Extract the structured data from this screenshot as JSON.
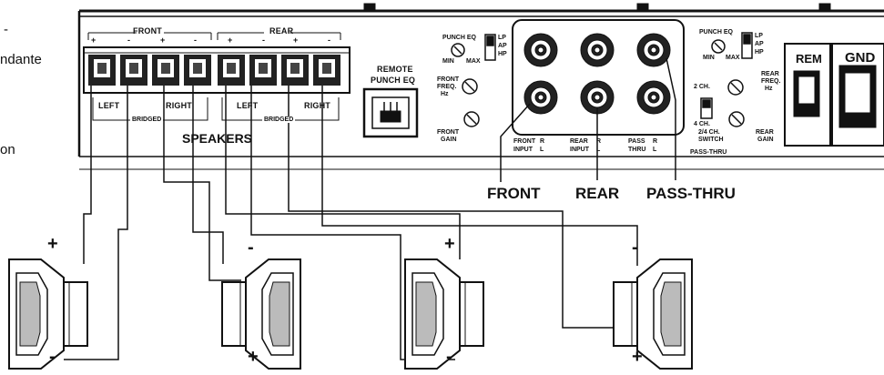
{
  "side_text": [
    "-",
    "ndante",
    "on"
  ],
  "speaker_block": {
    "front_label": "FRONT",
    "rear_label": "REAR",
    "plus": "+",
    "minus": "-",
    "left_label": "LEFT",
    "right_label": "RIGHT",
    "bridged_label": "BRIDGED",
    "speakers_label": "SPEAKERS"
  },
  "remote_label_line1": "REMOTE",
  "remote_label_line2": "PUNCH EQ",
  "left_controls": {
    "punch_eq": "PUNCH EQ",
    "min": "MIN",
    "max": "MAX",
    "lp": "LP",
    "ap": "AP",
    "hp": "HP",
    "front_freq_1": "FRONT",
    "front_freq_2": "FREQ.",
    "front_freq_3": "Hz",
    "front_gain_1": "FRONT",
    "front_gain_2": "GAIN"
  },
  "rca": {
    "front_input_1": "FRONT",
    "front_input_2": "INPUT",
    "rear_input_1": "REAR",
    "rear_input_2": "INPUT",
    "pass_thru_1": "PASS",
    "pass_thru_2": "THRU",
    "r": "R",
    "l": "L"
  },
  "right_controls": {
    "punch_eq": "PUNCH EQ",
    "min": "MIN",
    "max": "MAX",
    "lp": "LP",
    "ap": "AP",
    "hp": "HP",
    "ch2": "2 CH.",
    "ch4": "4 CH.",
    "switch_1": "2/4 CH.",
    "switch_2": "SWITCH",
    "pass_thru": "PASS-THRU",
    "rear_freq_1": "REAR",
    "rear_freq_2": "FREQ.",
    "rear_freq_3": "Hz",
    "rear_gain_1": "REAR",
    "rear_gain_2": "GAIN"
  },
  "terminals": {
    "rem": "REM",
    "gnd": "GND"
  },
  "callouts": {
    "front": "FRONT",
    "rear": "REAR",
    "pass_thru": "PASS-THRU"
  },
  "speakers": [
    {
      "top": "+",
      "bottom": "-"
    },
    {
      "top": "-",
      "bottom": "+"
    },
    {
      "top": "+",
      "bottom": "-"
    },
    {
      "top": "-",
      "bottom": "+"
    }
  ]
}
